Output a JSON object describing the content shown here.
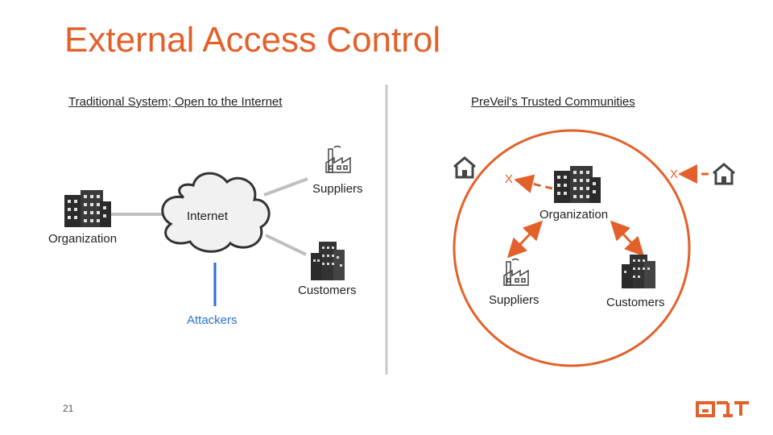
{
  "title": "External Access Control",
  "colors": {
    "accent": "#E2612B",
    "blue": "#2E6FD1",
    "divider": "#C9C9C9",
    "connector": "#BFBFBF"
  },
  "left_panel": {
    "heading": "Traditional System; Open to the Internet",
    "nodes": {
      "organization": "Organization",
      "internet": "Internet",
      "suppliers": "Suppliers",
      "customers": "Customers",
      "attackers": "Attackers"
    }
  },
  "right_panel": {
    "heading": "PreVeil's Trusted Communities",
    "nodes": {
      "organization": "Organization",
      "suppliers": "Suppliers",
      "customers": "Customers"
    },
    "blocked_marker": "X"
  },
  "footer": {
    "page_number": "21"
  },
  "icons": [
    "office-building-icon",
    "cloud-icon",
    "factory-icon",
    "house-icon",
    "logo-icon"
  ]
}
